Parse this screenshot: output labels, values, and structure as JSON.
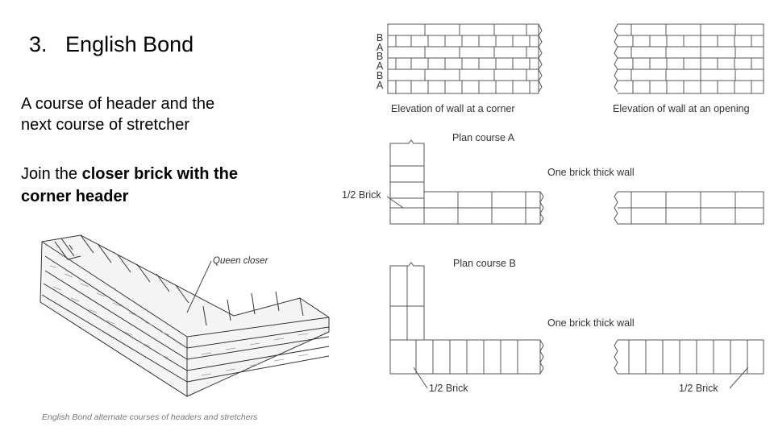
{
  "slide": {
    "heading_number": "3.",
    "heading_text": "English Bond",
    "para1_line1": "A course of header and the",
    "para1_line2": "next course of stretcher",
    "para2_line1_plain": "Join  the ",
    "para2_line1_bold": "closer brick with the",
    "para2_line2": "corner header"
  },
  "figure": {
    "course_letters": [
      "B",
      "A",
      "B",
      "A",
      "B",
      "A"
    ],
    "elevation_corner": "Elevation of wall at a corner",
    "elevation_opening": "Elevation of wall at an opening",
    "plan_a": "Plan course A",
    "plan_b": "Plan course B",
    "one_brick_a": "One brick thick wall",
    "one_brick_b": "One brick thick wall",
    "half_brick_a": "1/2 Brick",
    "half_brick_b_left": "1/2 Brick",
    "half_brick_b_right": "1/2 Brick",
    "queen_closer": "Queen closer",
    "iso_caption": "English Bond alternate courses of headers and stretchers"
  }
}
